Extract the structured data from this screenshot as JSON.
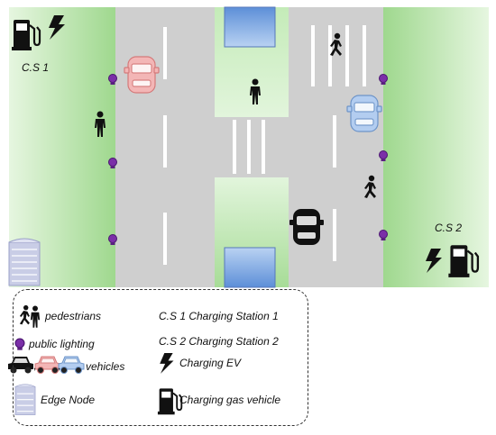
{
  "map": {
    "station1_label": "C.S 1",
    "station2_label": "C.S 2",
    "colors": {
      "grass": "#a8de98",
      "road": "#cfcfcf",
      "edge_node_block": "#7fa8e0",
      "street_light": "#7b2fa8",
      "car_red": "#f3b6b6",
      "car_blue": "#b3cdf0",
      "car_black": "#111111"
    }
  },
  "legend": {
    "pedestrians": "pedestrians",
    "public_lighting": "public lighting",
    "vehicles": "vehicles",
    "edge_node": "Edge Node",
    "cs1": "C.S 1 Charging Station 1",
    "cs2": "C.S 2 Charging Station 2",
    "charging_ev": "Charging EV",
    "charging_gas": "Charging gas vehicle"
  }
}
